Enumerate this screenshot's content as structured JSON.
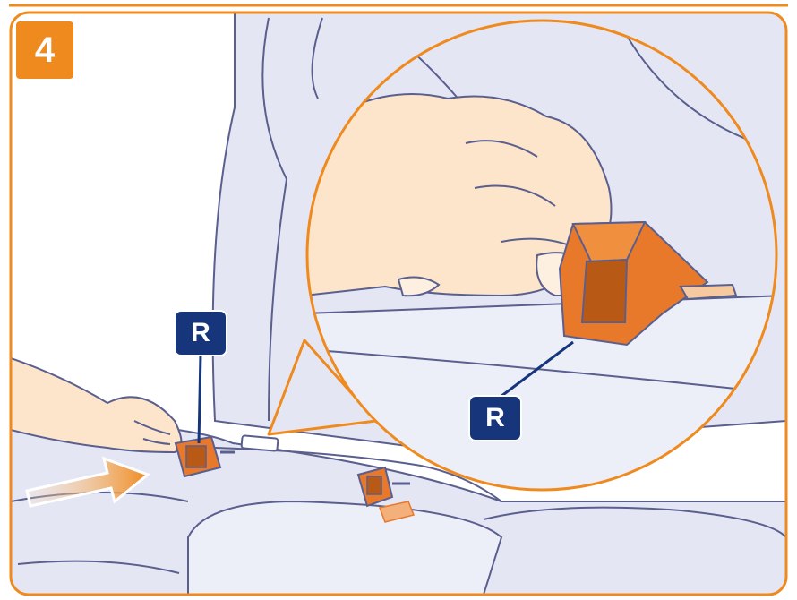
{
  "step": {
    "number": "4"
  },
  "callouts": {
    "left": {
      "letter": "R"
    },
    "right": {
      "letter": "R"
    }
  },
  "colors": {
    "frame": "#ef8a1e",
    "badge": "#ef8a1e",
    "seat": "#e4e6f4",
    "seat_line": "#5a5f8e",
    "part": "#e8782a",
    "skin": "#fde5cb",
    "label_bg": "#16357a"
  },
  "icons": {
    "arrow": "push-arrow-icon",
    "guide": "isofix-guide-icon"
  }
}
